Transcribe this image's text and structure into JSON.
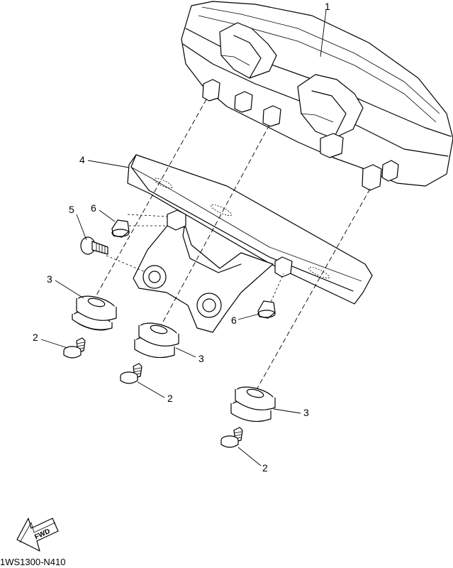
{
  "callouts": {
    "meter_assembly": "1",
    "bolt_lower_1": "2",
    "bolt_lower_2": "2",
    "bolt_lower_3": "2",
    "damper_1": "3",
    "damper_2": "3",
    "damper_3": "3",
    "bracket": "4",
    "bolt_upper": "5",
    "grommet_1": "6",
    "grommet_2": "6"
  },
  "fwd_label": "FWD",
  "diagram_code": "1WS1300-N410"
}
